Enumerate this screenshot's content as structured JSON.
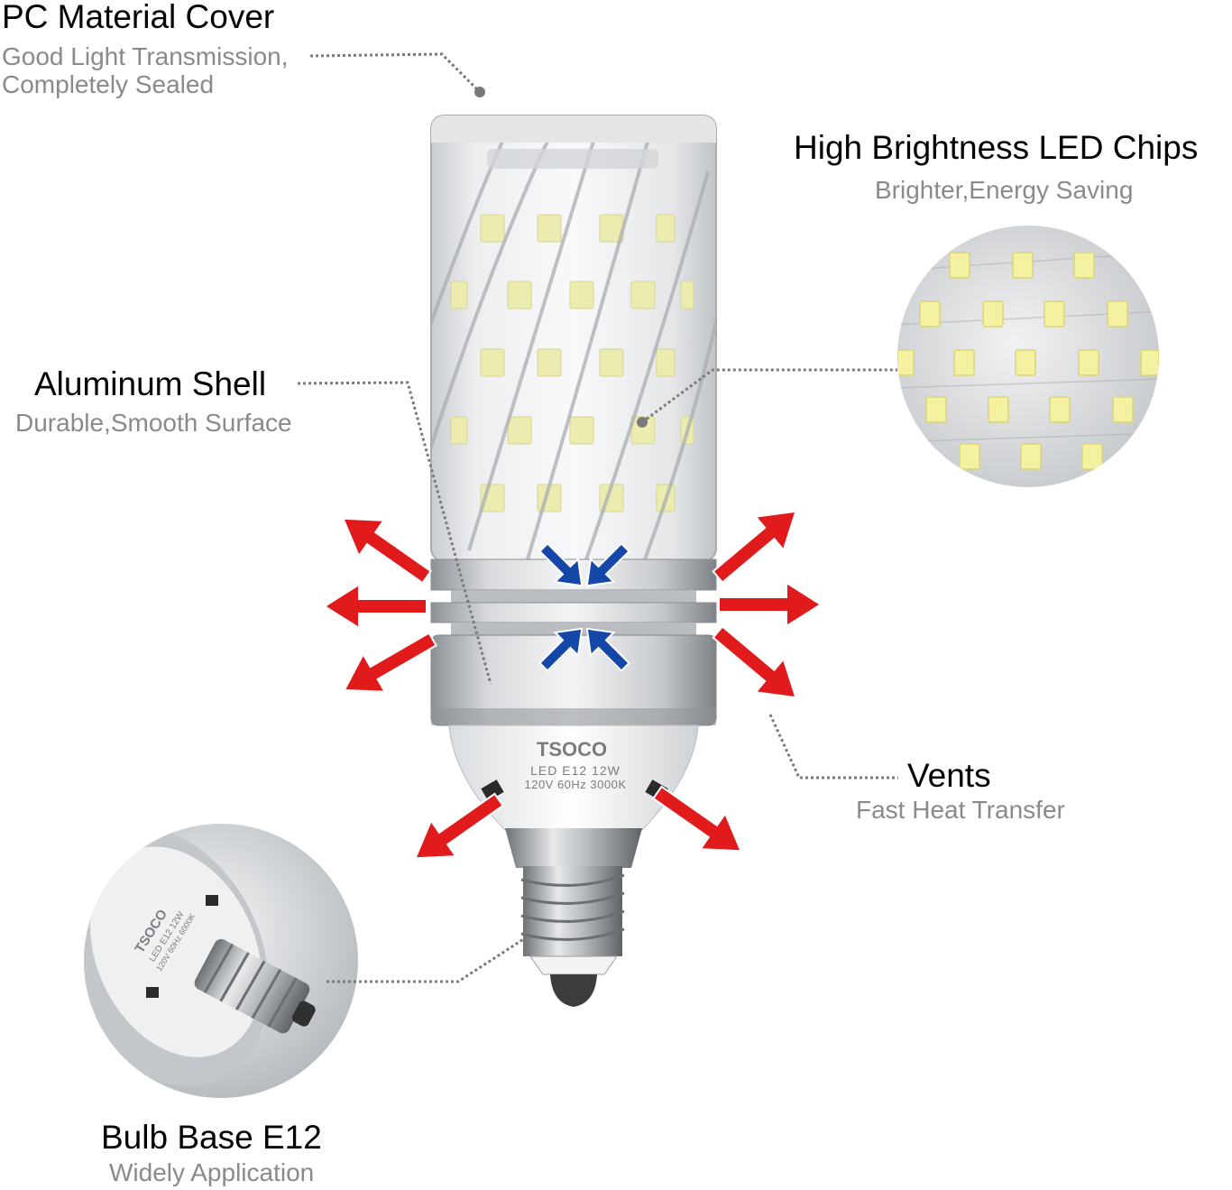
{
  "labels": {
    "pc_cover": {
      "title": "PC Material Cover",
      "line1": "Good Light Transmission,",
      "line2": "Completely Sealed"
    },
    "led_chips": {
      "title": "High Brightness LED Chips",
      "subtitle": "Brighter,Energy Saving"
    },
    "aluminum": {
      "title": "Aluminum Shell",
      "subtitle": "Durable,Smooth Surface"
    },
    "vents": {
      "title": "Vents",
      "subtitle": "Fast Heat Transfer"
    },
    "base": {
      "title": "Bulb Base E12",
      "subtitle": "Widely Application"
    }
  },
  "bulb_print": {
    "brand": "TSOCO",
    "line1": "LED E12 12W",
    "line2": "120V 60Hz 3000K"
  },
  "inset_print": {
    "brand": "TSOCO",
    "line1": "LED E12 12W",
    "line2": "120V 60Hz 6000K"
  },
  "colors": {
    "heat_arrow": "#e11b1b",
    "cool_arrow": "#1447a8",
    "leader_dots": "#7a7a7a",
    "led_chip": "#f4f2a0"
  }
}
